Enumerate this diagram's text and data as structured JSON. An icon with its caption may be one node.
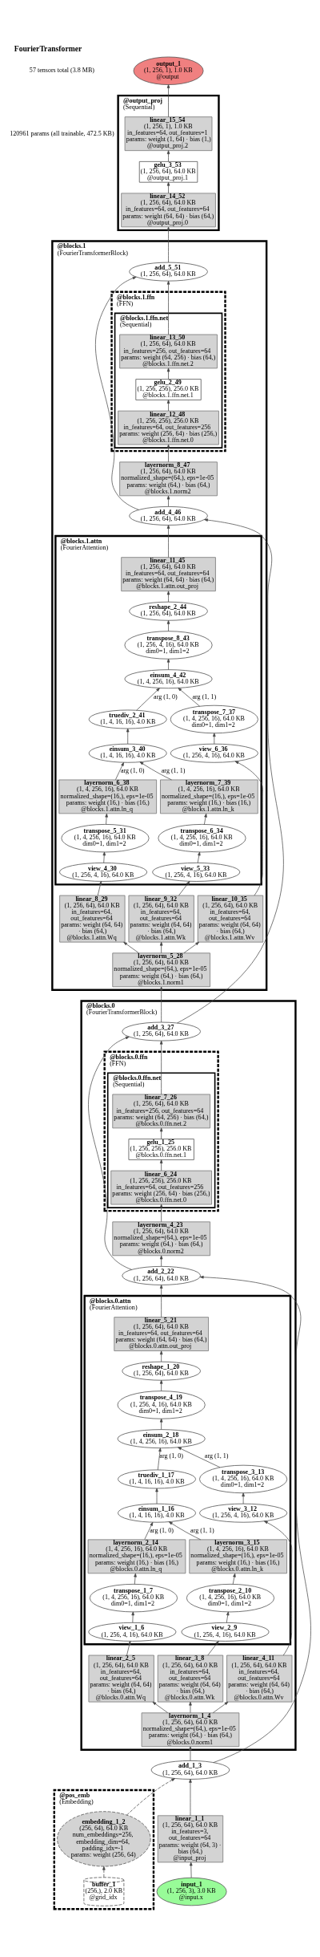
{
  "diagram": {
    "title": "FourierTransformer",
    "nodes": [
      {
        "text": [
          "output_1",
          "(1, 256, 1), 1.0 KB",
          "@output"
        ]
      },
      {
        "text": [
          "@output_proj",
          "(Sequential)"
        ]
      },
      {
        "text": [
          "linear_15_54",
          "(1, 256, 1), 1.0 KB",
          "in_features=64, out_features=1",
          "params: weight (1, 64) · bias (1,)",
          "@output_proj.2"
        ],
        "in": 1
      },
      {
        "text": [
          "gelu_3_53",
          "(1, 256, 64), 64.0 KB",
          "@output_proj.1"
        ],
        "in": 1
      },
      {
        "text": [
          "linear_14_52",
          "(1, 256, 64), 64.0 KB",
          "in_features=64, out_features=64",
          "params: weight (64, 64) · bias (64,)",
          "@output_proj.0"
        ],
        "in": 1
      },
      {
        "text": [
          "@blocks.1",
          "(FourierTransformerBlock)"
        ]
      },
      {
        "text": [
          "add_5_51",
          "(1, 256, 64), 64.0 KB"
        ],
        "in": 5
      },
      {
        "text": [
          "@blocks.1.ffn",
          "(FFN)"
        ],
        "in": 5
      },
      {
        "text": [
          "@blocks.1.ffn.net",
          "(Sequential)"
        ],
        "in": 7
      },
      {
        "text": [
          "linear_13_50",
          "(1, 256, 64), 64.0 KB",
          "in_features=256, out_features=64",
          "params: weight (64, 256) · bias (64,)",
          "@blocks.1.ffn.net.2"
        ],
        "in": 8
      },
      {
        "text": [
          "gelu_2_49",
          "(1, 256, 256), 256.0 KB",
          "@blocks.1.ffn.net.1"
        ],
        "in": 8
      },
      {
        "text": [
          "linear_12_48",
          "(1, 256, 256), 256.0 KB",
          "in_features=64, out_features=256",
          "params: weight (256, 64) · bias (256,)",
          "@blocks.1.ffn.net.0"
        ],
        "in": 8
      },
      {
        "text": [
          "layernorm_8_47",
          "(1, 256, 64), 64.0 KB",
          "normalized_shape=(64,), eps=1e-05",
          "params: weight (64,) · bias (64,)",
          "@blocks.1.norm2"
        ],
        "in": 5
      },
      {
        "text": [
          "add_4_46",
          "(1, 256, 64), 64.0 KB"
        ],
        "in": 5
      },
      {
        "text": [
          "@blocks.1.attn",
          "(FourierAttention)"
        ],
        "in": 5
      },
      {
        "text": [
          "linear_11_45",
          "(1, 256, 64), 64.0 KB",
          "in_features=64, out_features=64",
          "params: weight (64, 64) · bias (64,)",
          "@blocks.1.attn.out_proj"
        ],
        "in": 14
      },
      {
        "text": [
          "reshape_2_44",
          "(1, 256, 64), 64.0 KB"
        ],
        "in": 14
      },
      {
        "text": [
          "transpose_8_43",
          "(1, 256, 4, 16), 64.0 KB",
          "dim0=1, dim1=2"
        ],
        "in": 14
      },
      {
        "text": [
          "einsum_4_42",
          "(1, 4, 256, 16), 64.0 KB"
        ],
        "in": 14
      },
      {
        "text": [
          "truediv_2_41",
          "(1, 4, 16, 16), 4.0 KB"
        ],
        "in": 14
      },
      {
        "text": [
          "transpose_7_37",
          "(1, 4, 256, 16), 64.0 KB",
          "dim0=1, dim1=2"
        ],
        "in": 14
      },
      {
        "text": [
          "einsum_3_40",
          "(1, 4, 16, 16), 4.0 KB"
        ],
        "in": 14
      },
      {
        "text": [
          "view_6_36",
          "(1, 256, 4, 16), 64.0 KB"
        ],
        "in": 14
      },
      {
        "text": [
          "layernorm_6_38",
          "(1, 4, 256, 16), 64.0 KB",
          "normalized_shape=(16,), eps=1e-05",
          "params: weight (16,) · bias (16,)",
          "@blocks.1.attn.ln_q"
        ],
        "in": 14
      },
      {
        "text": [
          "layernorm_7_39",
          "(1, 4, 256, 16), 64.0 KB",
          "normalized_shape=(16,), eps=1e-05",
          "params: weight (16,) · bias (16,)",
          "@blocks.1.attn.ln_k"
        ],
        "in": 14
      },
      {
        "text": [
          "transpose_5_31",
          "(1, 4, 256, 16), 64.0 KB",
          "dim0=1, dim1=2"
        ],
        "in": 14
      },
      {
        "text": [
          "transpose_6_34",
          "(1, 4, 256, 16), 64.0 KB",
          "dim0=1, dim1=2"
        ],
        "in": 14
      },
      {
        "text": [
          "view_4_30",
          "(1, 256, 4, 16), 64.0 KB"
        ],
        "in": 14
      },
      {
        "text": [
          "view_5_33",
          "(1, 256, 4, 16), 64.0 KB"
        ],
        "in": 14
      },
      {
        "text": [
          "linear_8_29",
          "(1, 256, 64), 64.0 KB",
          "in_features=64, out_features=64",
          "params: weight (64, 64) · bias (64,)",
          "@blocks.1.attn.Wq"
        ],
        "in": 5
      },
      {
        "text": [
          "linear_9_32",
          "(1, 256, 64), 64.0 KB",
          "in_features=64, out_features=64",
          "params: weight (64, 64) · bias (64,)",
          "@blocks.1.attn.Wk"
        ],
        "in": 5
      },
      {
        "text": [
          "linear_10_35",
          "(1, 256, 64), 64.0 KB",
          "in_features=64, out_features=64",
          "params: weight (64, 64) · bias (64,)",
          "@blocks.1.attn.Wv"
        ],
        "in": 5
      },
      {
        "text": [
          "layernorm_5_28",
          "(1, 256, 64), 64.0 KB",
          "normalized_shape=(64,), eps=1e-05",
          "params: weight (64,) · bias (64,)",
          "@blocks.1.norm1"
        ],
        "in": 5
      },
      {
        "text": [
          "@blocks.0",
          "(FourierTransformerBlock)"
        ]
      },
      {
        "text": [
          "add_3_27",
          "(1, 256, 64), 64.0 KB"
        ],
        "in": 33
      },
      {
        "text": [
          "@blocks.0.ffn",
          "(FFN)"
        ],
        "in": 33
      },
      {
        "text": [
          "@blocks.0.ffn.net",
          "(Sequential)"
        ],
        "in": 35
      },
      {
        "text": [
          "linear_7_26",
          "(1, 256, 64), 64.0 KB",
          "in_features=256, out_features=64",
          "params: weight (64, 256) · bias (64,)",
          "@blocks.0.ffn.net.2"
        ],
        "in": 36
      },
      {
        "text": [
          "gelu_1_25",
          "(1, 256, 256), 256.0 KB",
          "@blocks.0.ffn.net.1"
        ],
        "in": 36
      },
      {
        "text": [
          "linear_6_24",
          "(1, 256, 256), 256.0 KB",
          "in_features=64, out_features=256",
          "params: weight (256, 64) · bias (256,)",
          "@blocks.0.ffn.net.0"
        ],
        "in": 36
      },
      {
        "text": [
          "layernorm_4_23",
          "(1, 256, 64), 64.0 KB",
          "normalized_shape=(64,), eps=1e-05",
          "params: weight (64,) · bias (64,)",
          "@blocks.0.norm2"
        ],
        "in": 33
      },
      {
        "text": [
          "add_2_22",
          "(1, 256, 64), 64.0 KB"
        ],
        "in": 33
      },
      {
        "text": [
          "@blocks.0.attn",
          "(FourierAttention)"
        ],
        "in": 33
      },
      {
        "text": [
          "linear_5_21",
          "(1, 256, 64), 64.0 KB",
          "in_features=64, out_features=64",
          "params: weight (64, 64) · bias (64,)",
          "@blocks.0.attn.out_proj"
        ],
        "in": 42
      },
      {
        "text": [
          "reshape_1_20",
          "(1, 256, 64), 64.0 KB"
        ],
        "in": 42
      },
      {
        "text": [
          "transpose_4_19",
          "(1, 256, 4, 16), 64.0 KB",
          "dim0=1, dim1=2"
        ],
        "in": 42
      },
      {
        "text": [
          "einsum_2_18",
          "(1, 4, 256, 16), 64.0 KB"
        ],
        "in": 42
      },
      {
        "text": [
          "truediv_1_17",
          "(1, 4, 16, 16), 4.0 KB"
        ],
        "in": 42
      },
      {
        "text": [
          "transpose_3_13",
          "(1, 4, 256, 16), 64.0 KB",
          "dim0=1, dim1=2"
        ],
        "in": 42
      },
      {
        "text": [
          "einsum_1_16",
          "(1, 4, 16, 16), 4.0 KB"
        ],
        "in": 42
      },
      {
        "text": [
          "view_3_12",
          "(1, 256, 4, 16), 64.0 KB"
        ],
        "in": 42
      },
      {
        "text": [
          "layernorm_2_14",
          "(1, 4, 256, 16), 64.0 KB",
          "normalized_shape=(16,), eps=1e-05",
          "params: weight (16,) · bias (16,)",
          "@blocks.0.attn.ln_q"
        ],
        "in": 42
      },
      {
        "text": [
          "layernorm_3_15",
          "(1, 4, 256, 16), 64.0 KB",
          "normalized_shape=(16,), eps=1e-05",
          "params: weight (16,) · bias (16,)",
          "@blocks.0.attn.ln_k"
        ],
        "in": 42
      },
      {
        "text": [
          "transpose_1_7",
          "(1, 4, 256, 16), 64.0 KB",
          "dim0=1, dim1=2"
        ],
        "in": 42
      },
      {
        "text": [
          "transpose_2_10",
          "(1, 4, 256, 16), 64.0 KB",
          "dim0=1, dim1=2"
        ],
        "in": 42
      },
      {
        "text": [
          "view_1_6",
          "(1, 256, 4, 16), 64.0 KB"
        ],
        "in": 42
      },
      {
        "text": [
          "view_2_9",
          "(1, 256, 4, 16), 64.0 KB"
        ],
        "in": 42
      },
      {
        "text": [
          "linear_2_5",
          "(1, 256, 64), 64.0 KB",
          "in_features=64, out_features=64",
          "params: weight (64, 64) · bias (64,)",
          "@blocks.0.attn.Wq"
        ],
        "in": 33
      },
      {
        "text": [
          "linear_3_8",
          "(1, 256, 64), 64.0 KB",
          "in_features=64, out_features=64",
          "params: weight (64, 64) · bias (64,)",
          "@blocks.0.attn.Wk"
        ],
        "in": 33
      },
      {
        "text": [
          "linear_4_11",
          "(1, 256, 64), 64.0 KB",
          "in_features=64, out_features=64",
          "params: weight (64, 64) · bias (64,)",
          "@blocks.0.attn.Wv"
        ],
        "in": 33
      },
      {
        "text": [
          "layernorm_1_4",
          "(1, 256, 64), 64.0 KB",
          "normalized_shape=(64,), eps=1e-05",
          "params: weight (64,) · bias (64,)",
          "@blocks.0.norm1"
        ],
        "in": 33
      },
      {
        "text": [
          "add_1_3",
          "(1, 256, 64), 64.0 KB"
        ]
      },
      {
        "text": [
          "@pos_emb",
          "(Embedding)"
        ]
      },
      {
        "text": [
          "linear_1_1",
          "(1, 256, 64), 64.0 KB",
          "in_features=3, out_features=64",
          "params: weight (64, 3) · bias (64,)",
          "@input_proj"
        ]
      },
      {
        "text": [
          "embedding_1_2",
          "(256, 64), 64.0 KB",
          "num_embeddings=256, embedding_dim=64, padding_idx=-1",
          "params: weight (256, 64)"
        ],
        "in": 62
      },
      {
        "text": [
          "input_1",
          "(1, 256, 3), 3.0 KB",
          "@input.x"
        ]
      },
      {
        "text": [
          "buffer_1",
          "(256,), 2.0 KB",
          "@grid_idx"
        ],
        "in": 62
      }
    ],
    "edges": [
      {
        "from": 65,
        "to": 63,
        "arrow": "to"
      },
      {
        "from": 63,
        "to": 61,
        "arrow": "to"
      },
      {
        "from": 66,
        "to": 64,
        "arrow": "to",
        "style": "dashed"
      },
      {
        "from": 64,
        "to": 61,
        "arrow": "to",
        "style": "dashed"
      },
      {
        "from": 61,
        "to": 60,
        "arrow": "to"
      },
      {
        "from": 61,
        "to": 41,
        "arrow": "to"
      },
      {
        "from": 60,
        "to": 57,
        "arrow": "to"
      },
      {
        "from": 60,
        "to": 58,
        "arrow": "to"
      },
      {
        "from": 60,
        "to": 59,
        "arrow": "to"
      },
      {
        "from": 57,
        "to": 55,
        "arrow": "to"
      },
      {
        "from": 58,
        "to": 56,
        "arrow": "to"
      },
      {
        "from": 59,
        "to": 50,
        "arrow": "to"
      },
      {
        "from": 55,
        "to": 53,
        "arrow": "to"
      },
      {
        "from": 56,
        "to": 54,
        "arrow": "to"
      },
      {
        "from": 53,
        "to": 51,
        "arrow": "to"
      },
      {
        "from": 54,
        "to": 52,
        "arrow": "to"
      },
      {
        "from": 51,
        "to": 49,
        "arrow": "to",
        "label": "arg (1, 0)"
      },
      {
        "from": 52,
        "to": 49,
        "arrow": "to",
        "label": "arg (1, 1)"
      },
      {
        "from": 49,
        "to": 47,
        "arrow": "to"
      },
      {
        "from": 50,
        "to": 48,
        "arrow": "to"
      },
      {
        "from": 47,
        "to": 46,
        "arrow": "to",
        "label": "arg (1, 0)"
      },
      {
        "from": 48,
        "to": 46,
        "arrow": "to",
        "label": "arg (1, 1)"
      },
      {
        "from": 46,
        "to": 45,
        "arrow": "to"
      },
      {
        "from": 45,
        "to": 44,
        "arrow": "to"
      },
      {
        "from": 44,
        "to": 43,
        "arrow": "to"
      },
      {
        "from": 43,
        "to": 41,
        "arrow": "to"
      },
      {
        "from": 41,
        "to": 40,
        "arrow": "to"
      },
      {
        "from": 41,
        "to": 34,
        "arrow": "to"
      },
      {
        "from": 40,
        "to": 39,
        "arrow": "to"
      },
      {
        "from": 39,
        "to": 38,
        "arrow": "to"
      },
      {
        "from": 38,
        "to": 37,
        "arrow": "to"
      },
      {
        "from": 37,
        "to": 34,
        "arrow": "to"
      },
      {
        "from": 34,
        "to": 32,
        "arrow": "to"
      },
      {
        "from": 34,
        "to": 13,
        "arrow": "to"
      },
      {
        "from": 32,
        "to": 29,
        "arrow": "to"
      },
      {
        "from": 32,
        "to": 30,
        "arrow": "to"
      },
      {
        "from": 32,
        "to": 31,
        "arrow": "to"
      },
      {
        "from": 29,
        "to": 27,
        "arrow": "to"
      },
      {
        "from": 30,
        "to": 28,
        "arrow": "to"
      },
      {
        "from": 31,
        "to": 22,
        "arrow": "to"
      },
      {
        "from": 27,
        "to": 25,
        "arrow": "to"
      },
      {
        "from": 28,
        "to": 26,
        "arrow": "to"
      },
      {
        "from": 25,
        "to": 23,
        "arrow": "to"
      },
      {
        "from": 26,
        "to": 24,
        "arrow": "to"
      },
      {
        "from": 23,
        "to": 21,
        "arrow": "to",
        "label": "arg (1, 0)"
      },
      {
        "from": 24,
        "to": 21,
        "arrow": "to",
        "label": "arg (1, 1)"
      },
      {
        "from": 21,
        "to": 19,
        "arrow": "to"
      },
      {
        "from": 22,
        "to": 20,
        "arrow": "to"
      },
      {
        "from": 19,
        "to": 18,
        "arrow": "to",
        "label": "arg (1, 0)"
      },
      {
        "from": 20,
        "to": 18,
        "arrow": "to",
        "label": "arg (1, 1)"
      },
      {
        "from": 18,
        "to": 17,
        "arrow": "to"
      },
      {
        "from": 17,
        "to": 16,
        "arrow": "to"
      },
      {
        "from": 16,
        "to": 15,
        "arrow": "to"
      },
      {
        "from": 15,
        "to": 13,
        "arrow": "to"
      },
      {
        "from": 13,
        "to": 12,
        "arrow": "to"
      },
      {
        "from": 13,
        "to": 6,
        "arrow": "to"
      },
      {
        "from": 12,
        "to": 11,
        "arrow": "to"
      },
      {
        "from": 11,
        "to": 10,
        "arrow": "to"
      },
      {
        "from": 10,
        "to": 9,
        "arrow": "to"
      },
      {
        "from": 9,
        "to": 6,
        "arrow": "to"
      },
      {
        "from": 6,
        "to": 4,
        "arrow": "to"
      },
      {
        "from": 4,
        "to": 3,
        "arrow": "to"
      },
      {
        "from": 3,
        "to": 2,
        "arrow": "to"
      },
      {
        "from": 2,
        "to": 0,
        "arrow": "to"
      }
    ],
    "labels": [
      "57 tensors total (3.8 MB)",
      "120961 params (all trainable, 472.5 KB)"
    ]
  }
}
